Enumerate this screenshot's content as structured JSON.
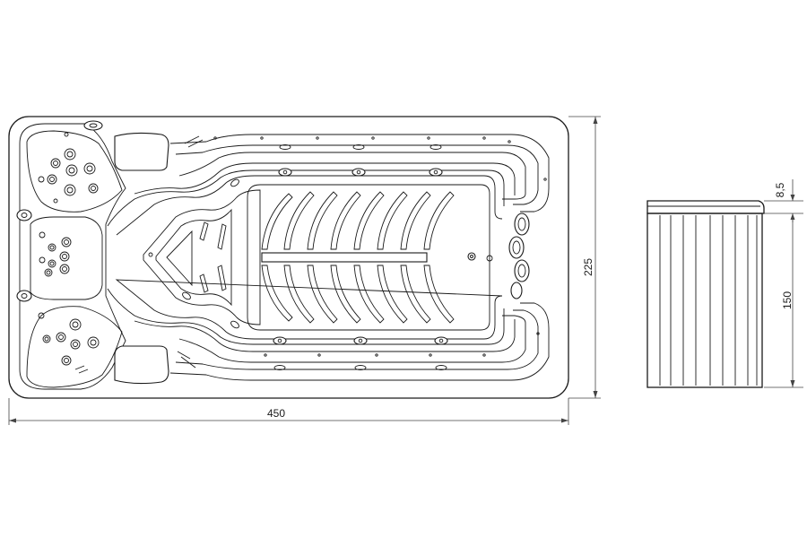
{
  "dimensions": {
    "length": "450",
    "width": "225",
    "height": "150",
    "lip": "8,5"
  },
  "colors": {
    "line": "#1a1a1a",
    "background": "#ffffff"
  }
}
